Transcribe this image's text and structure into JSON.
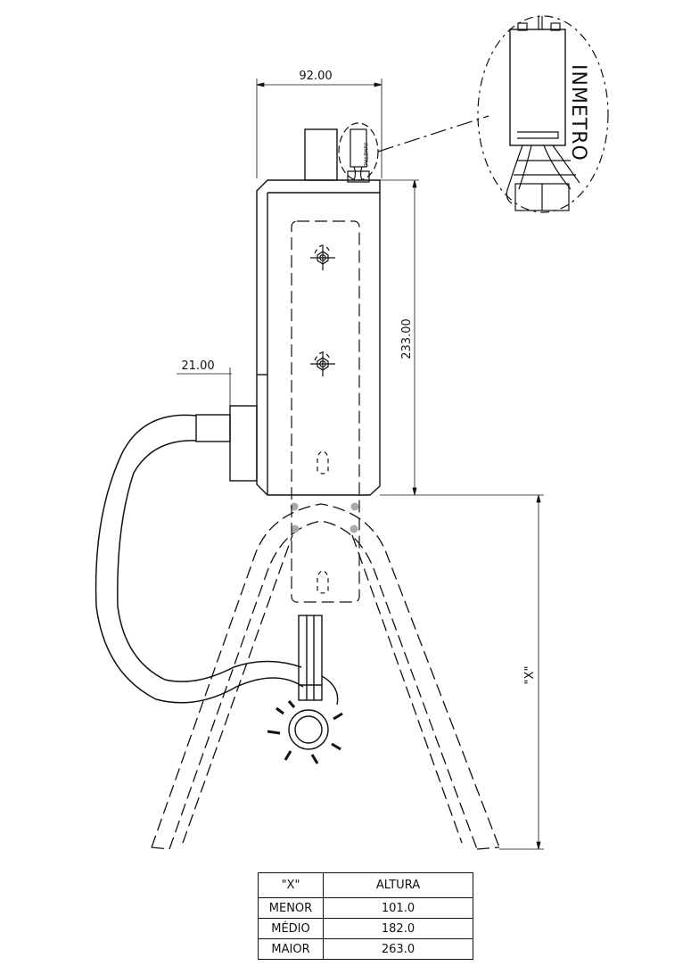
{
  "dimensions": {
    "width_label": "92.00",
    "height_label": "233.00",
    "offset_label": "21.00",
    "x_label": "\"X\""
  },
  "detail": {
    "stamp_text": "INMETRO",
    "small_stamp_text": "INMETRO"
  },
  "table": {
    "header": {
      "col1": "\"X\"",
      "col2": "ALTURA"
    },
    "rows": [
      {
        "label": "MENOR",
        "value": "101.0"
      },
      {
        "label": "MÉDIO",
        "value": "182.0"
      },
      {
        "label": "MAIOR",
        "value": "263.0"
      }
    ]
  }
}
